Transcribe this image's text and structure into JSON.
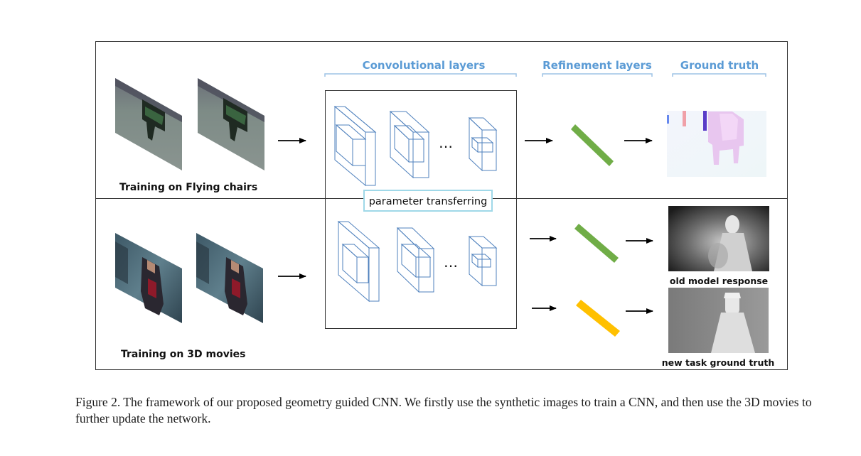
{
  "headers": {
    "conv": "Convolutional layers",
    "refine": "Refinement layers",
    "gt": "Ground truth"
  },
  "labels": {
    "top_row": "Training on Flying chairs",
    "bottom_row": "Training on 3D movies",
    "transfer": "parameter transferring",
    "ellipsis": "…",
    "old_response": "old model response",
    "new_gt": "new task ground truth"
  },
  "caption": "Figure 2. The framework of our proposed geometry guided CNN. We firstly use the synthetic images to train a CNN, and then use the 3D movies to further update the network.",
  "colors": {
    "header_blue": "#5b9bd5",
    "cube_blue": "#4f81bd",
    "refine_green": "#70ad47",
    "refine_yellow": "#ffc000",
    "transfer_border": "#9fd8e8"
  }
}
